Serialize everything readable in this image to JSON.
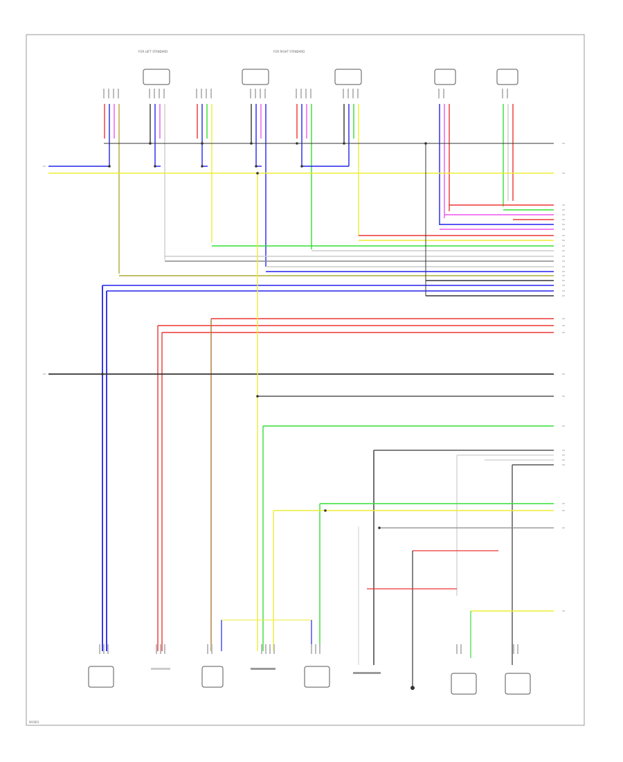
{
  "colors": {
    "blue": "#2222ee",
    "red": "#ee3333",
    "green": "#33dd33",
    "yellow": "#eeee33",
    "black": "#333333",
    "gray": "#888888",
    "violet": "#ee55ee",
    "olive": "#aaaa33",
    "brown": "#aa7733",
    "lightgray": "#cccccc",
    "frame": "#999999"
  },
  "icons": [
    "connector-icon",
    "ground-icon",
    "splice-dot-icon"
  ],
  "diagram": {
    "page_id": "W1003",
    "header_groups": [
      "FOR LEFT STANDARD",
      "FOR RIGHT STANDARD"
    ]
  }
}
